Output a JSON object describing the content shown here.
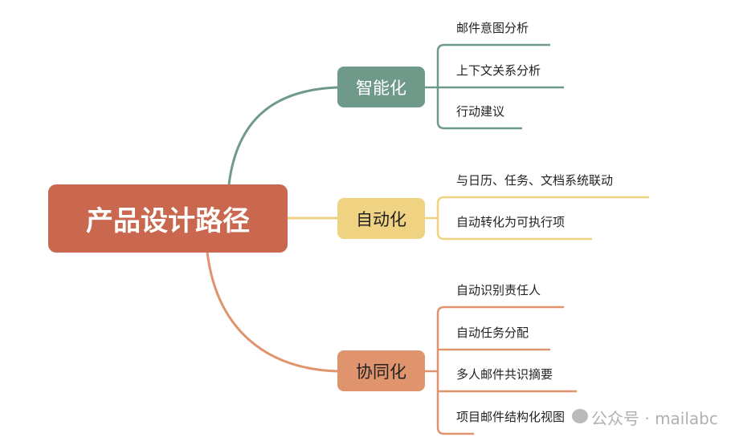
{
  "root": {
    "label": "产品设计路径",
    "color": "#c9674f"
  },
  "branches": [
    {
      "label": "智能化",
      "color": "#6f9a8a",
      "items": [
        "邮件意图分析",
        "上下文关系分析",
        "行动建议"
      ]
    },
    {
      "label": "自动化",
      "color": "#efd382",
      "items": [
        "与日历、任务、文档系统联动",
        "自动转化为可执行项"
      ]
    },
    {
      "label": "协同化",
      "color": "#e0946e",
      "items": [
        "自动识别责任人",
        "自动任务分配",
        "多人邮件共识摘要",
        "项目邮件结构化视图"
      ]
    }
  ],
  "watermark": {
    "text": "公众号 · mailabc",
    "icon": "wechat-icon"
  }
}
